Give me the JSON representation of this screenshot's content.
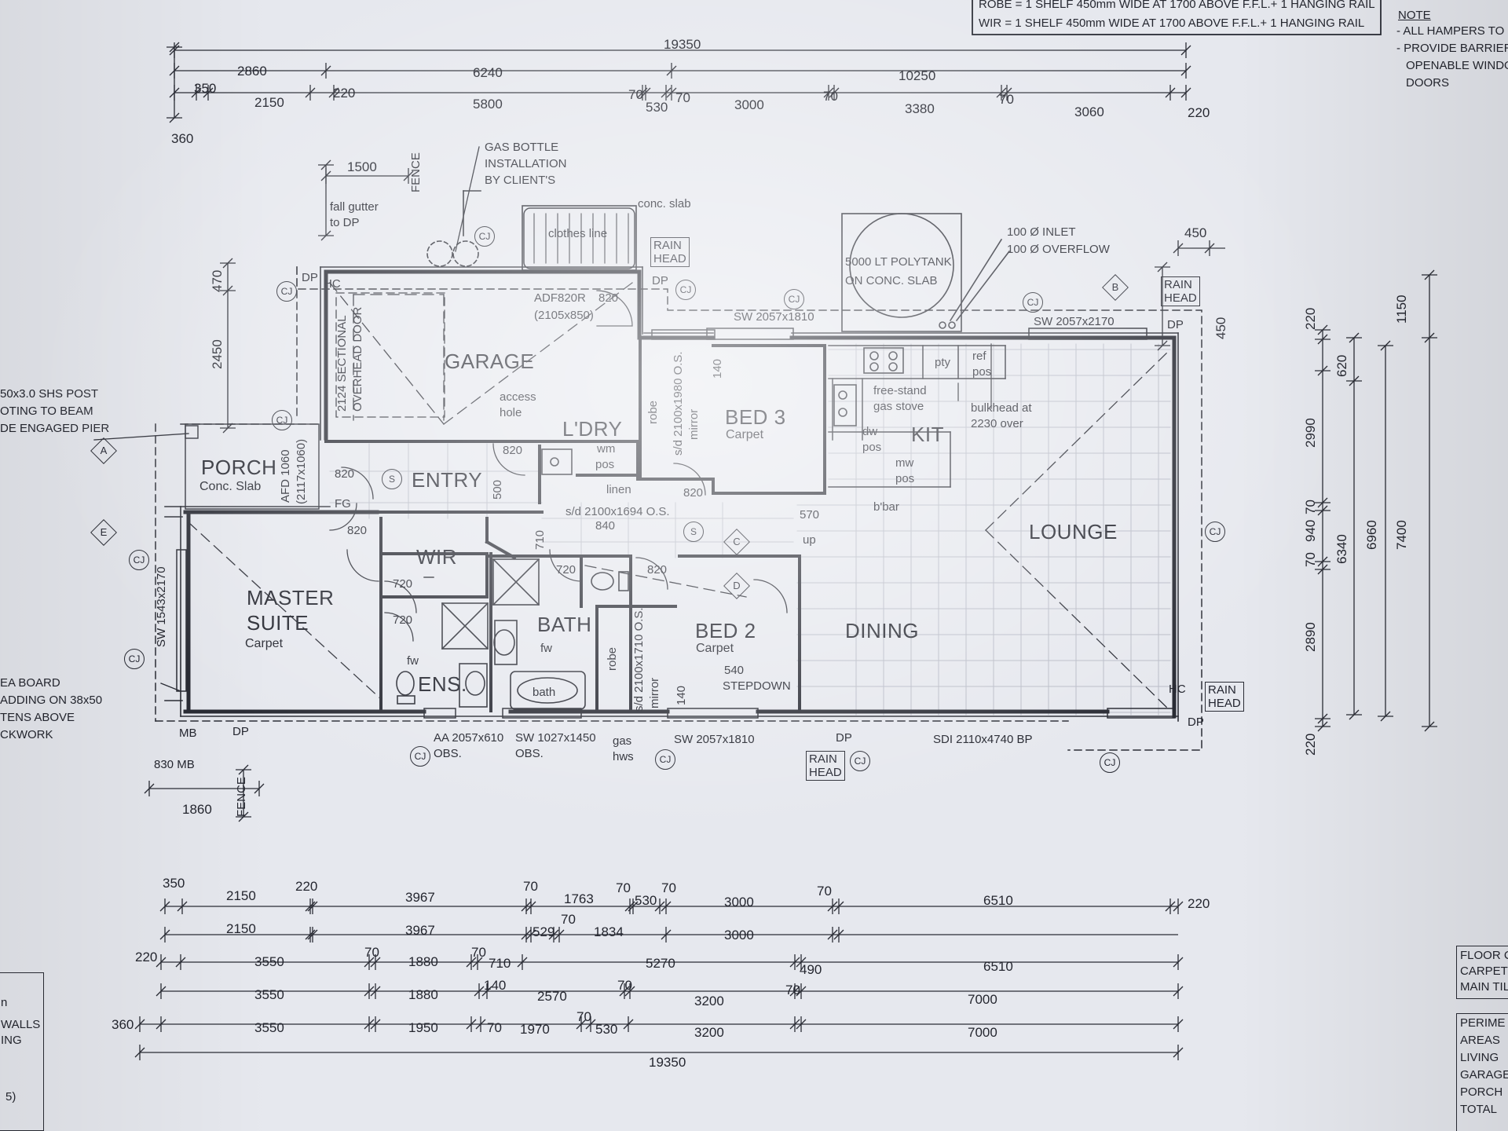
{
  "colors": {
    "paper": "#e6e8ee",
    "ink": "#232530",
    "tile_grid": "#b9bcc7"
  },
  "top_note": {
    "robe": "ROBE = 1 SHELF 450mm WIDE AT 1700 ABOVE F.F.L.+ 1 HANGING RAIL",
    "wir": "WIR = 1 SHELF 450mm WIDE AT 1700 ABOVE F.F.L.+ 1 HANGING RAIL"
  },
  "right_note": {
    "title": "NOTE",
    "line1": "- ALL HAMPERS TO",
    "line2": "- PROVIDE BARRIER",
    "line3": "OPENABLE WINDO",
    "line4": "DOORS"
  },
  "rooms": {
    "garage": "GARAGE",
    "porch": "PORCH",
    "porch_sub": "Conc. Slab",
    "entry": "ENTRY",
    "laundry": "L'DRY",
    "bed3": "BED 3",
    "bed3_sub": "Carpet",
    "kit": "KIT",
    "lounge": "LOUNGE",
    "wir": "WIR",
    "master1": "MASTER",
    "master2": "SUITE",
    "master_sub": "Carpet",
    "bath": "BATH",
    "ens": "ENS.",
    "bed2": "BED 2",
    "bed2_sub": "Carpet",
    "dining": "DINING"
  },
  "labels": {
    "gas1": "GAS BOTTLE",
    "gas2": "INSTALLATION",
    "gas3": "BY CLIENT'S",
    "fall1": "fall gutter",
    "fall2": "to DP",
    "fence": "FENCE",
    "conc_slab": "conc. slab",
    "clothes_line": "clothes line",
    "rain_head": "RAIN",
    "rain_head2": "HEAD",
    "tank1": "5000 LT POLYTANK",
    "tank2": "ON CONC. SLAB",
    "inlet": "100 Ø INLET",
    "overflow": "100 Ø OVERFLOW",
    "adf1": "ADF820R",
    "adf2": "(2105x850)",
    "sectional1": "2124 SECTIONAL",
    "sectional2": "OVERHEAD DOOR",
    "access1": "access",
    "access2": "hole",
    "wm1": "wm",
    "wm2": "pos",
    "linen": "linen",
    "robe": "robe",
    "sd_bed3": "s/d 2100x1980 O.S.",
    "sd_bed2": "s/d 2100x1710 O.S.",
    "mirror": "mirror",
    "sd_hall": "s/d 2100x1694 O.S.",
    "gas_stove1": "free-stand",
    "gas_stove2": "gas stove",
    "pty": "pty",
    "ref1": "ref",
    "ref2": "pos",
    "bulkhead1": "bulkhead at",
    "bulkhead2": "2230 over",
    "dw1": "dw",
    "dw2": "pos",
    "mw1": "mw",
    "mw2": "pos",
    "bbar": "b'bar",
    "up": "up",
    "stepdown1": "540",
    "stepdown2": "STEPDOWN",
    "afd1": "AFD 1060",
    "afd2": "(2117x1060)",
    "fg": "FG",
    "shs1": "50x3.0 SHS POST",
    "shs2": "OTING TO BEAM",
    "shs3": "DE ENGAGED PIER",
    "board1": "EA BOARD",
    "board2": "ADDING ON 38x50",
    "board3": "TENS ABOVE",
    "board4": "CKWORK",
    "mb": "MB",
    "dp": "DP",
    "hc": "HC",
    "fw": "fw",
    "bath_fix": "bath",
    "gas_hws1": "gas",
    "gas_hws2": "hws",
    "aa": "AA 2057x610",
    "obs": "OBS.",
    "sw1027": "SW 1027x1450",
    "sw2057_b": "SW 2057x1810",
    "sw2057_t": "SW 2057x1810",
    "sw2057_2170": "SW 2057x2170",
    "sdi": "SDI 2110x4740 BP",
    "sw1543": "SW 1543x2170",
    "mb830": "830 MB",
    "d1860": "1860",
    "d1500": "1500",
    "d450": "450",
    "d820_g": "820",
    "d820_e": "820",
    "d820_l": "820",
    "d820_b3": "820",
    "d820_m": "820",
    "d820_b2": "820",
    "d720_w": "720",
    "d720_e": "720",
    "d720_b": "720",
    "d500": "500",
    "d710": "710",
    "d840": "840",
    "d570": "570",
    "d140a": "140",
    "d140b": "140",
    "cj": "CJ",
    "s": "S",
    "sym_a": "A",
    "sym_b": "B",
    "sym_c": "C",
    "sym_d": "D",
    "sym_e": "E"
  },
  "legend": {
    "floor": "FLOOR C",
    "carpet": "CARPET",
    "main": "MAIN TIL",
    "perim": "PERIME",
    "areas": "AREAS",
    "living": "LIVING",
    "garage": "GARAGE",
    "porch": "PORCH",
    "total": "TOTAL"
  },
  "left_box": {
    "l1": "n",
    "l2": "WALLS",
    "l3": "ING",
    "l4": "5)"
  },
  "dims_top": {
    "overall": "19350",
    "row2": [
      "2860",
      "6240",
      "10250"
    ],
    "row3": [
      "350",
      "2150",
      "220",
      "5800",
      "70",
      "530",
      "70",
      "3000",
      "70",
      "3380",
      "70",
      "3060",
      "220"
    ],
    "start": "360"
  },
  "dims_left": {
    "d470": "470",
    "d2450": "2450"
  },
  "dims_right": {
    "d1150": "1150",
    "d450": "450",
    "d220t": "220",
    "d620": "620",
    "d2990": "2990",
    "d70a": "70",
    "d940": "940",
    "d70b": "70",
    "d6340": "6340",
    "d6960": "6960",
    "d7400": "7400",
    "d2890": "2890",
    "d220b": "220"
  },
  "dims_bottom": {
    "row1": [
      "350",
      "2150",
      "220",
      "3967",
      "70",
      "1763",
      "70",
      "530",
      "70",
      "3000",
      "70",
      "6510",
      "220"
    ],
    "row2": [
      "2150",
      "3967",
      "529",
      "70",
      "1834",
      "3000"
    ],
    "row3": [
      "220",
      "3550",
      "70",
      "1880",
      "70",
      "710",
      "5270",
      "490",
      "6510"
    ],
    "row4": [
      "3550",
      "1880",
      "140",
      "2570",
      "70",
      "3200",
      "70",
      "7000"
    ],
    "row5": [
      "360",
      "3550",
      "1950",
      "70",
      "1970",
      "70",
      "530",
      "3200",
      "7000"
    ],
    "overall": "19350"
  }
}
